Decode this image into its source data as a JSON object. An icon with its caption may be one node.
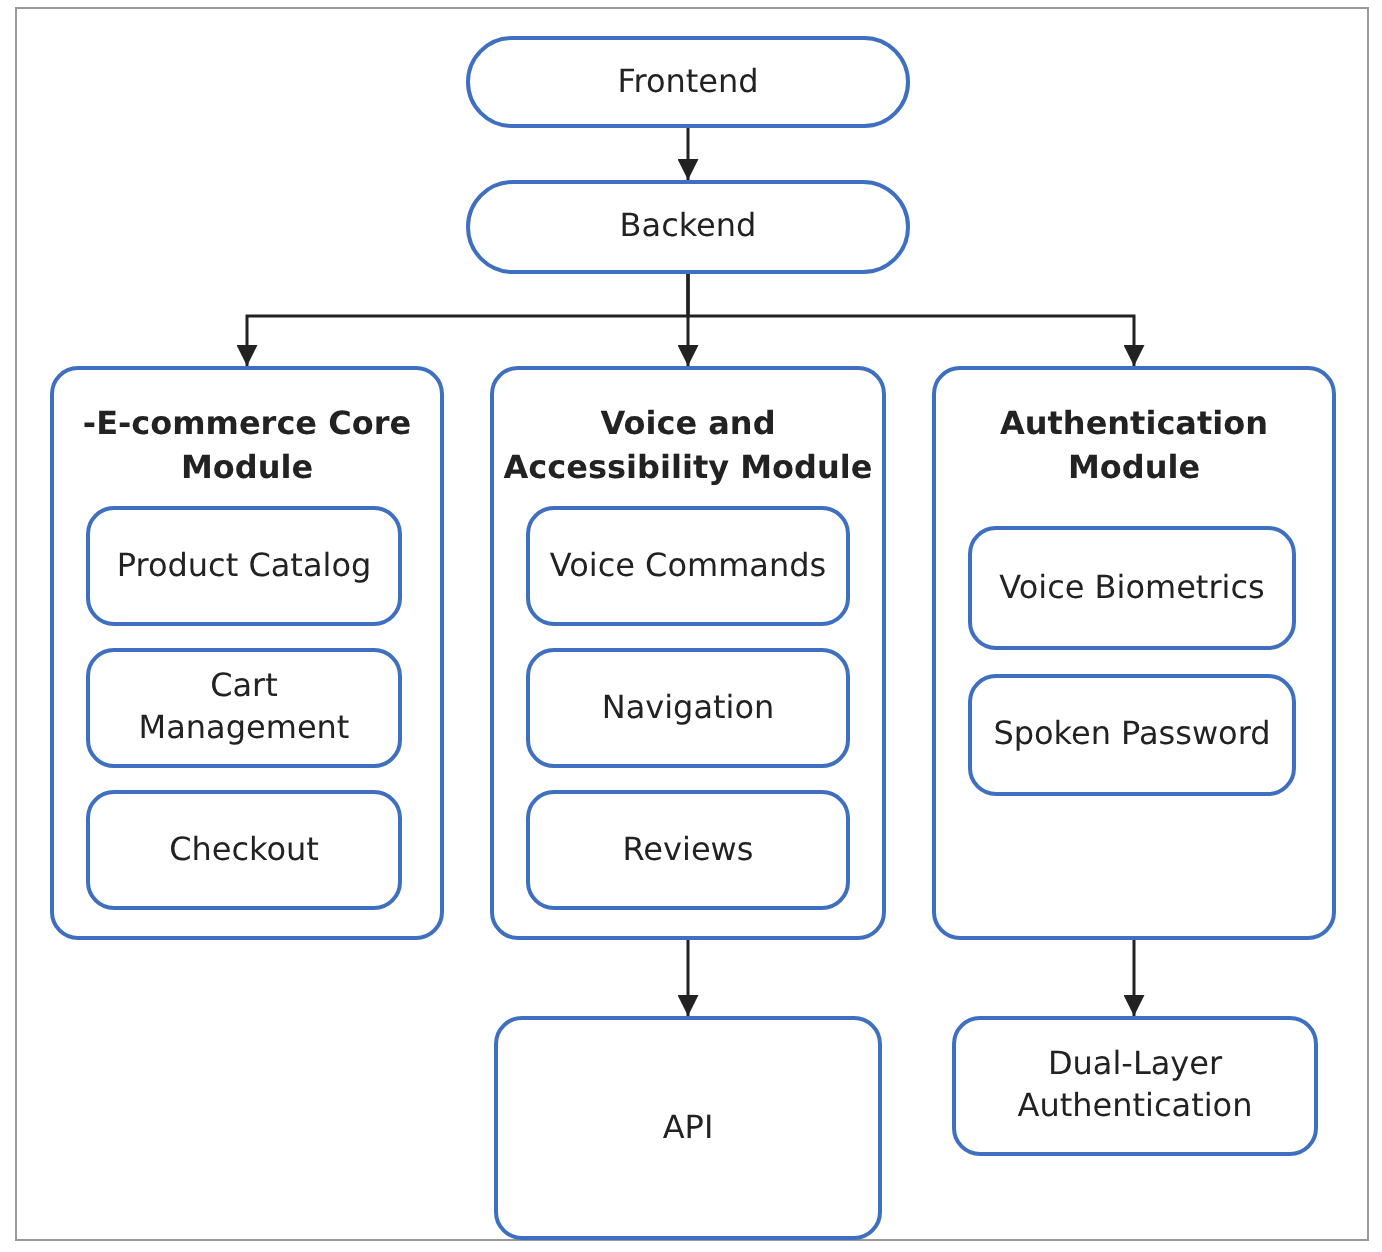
{
  "diagram": {
    "nodes": [
      {
        "text": [
          "Frontend"
        ]
      },
      {
        "text": [
          "Backend"
        ]
      },
      {
        "text": [
          "-E-commerce Core Module"
        ]
      },
      {
        "text": [
          "Product Catalog"
        ],
        "in": 2
      },
      {
        "text": [
          "Cart Management"
        ],
        "in": 2
      },
      {
        "text": [
          "Checkout"
        ],
        "in": 2
      },
      {
        "text": [
          "Voice and Accessibility Module"
        ]
      },
      {
        "text": [
          "Voice Commands"
        ],
        "in": 6
      },
      {
        "text": [
          "Navigation"
        ],
        "in": 6
      },
      {
        "text": [
          "Reviews"
        ],
        "in": 6
      },
      {
        "text": [
          "Authentication Module"
        ]
      },
      {
        "text": [
          "Voice Biometrics"
        ],
        "in": 10
      },
      {
        "text": [
          "Spoken Password"
        ],
        "in": 10
      },
      {
        "text": [
          "API"
        ]
      },
      {
        "text": [
          "Dual-Layer Authentication"
        ]
      }
    ],
    "edges": [
      {
        "from": 0,
        "to": 1,
        "arrow": "to"
      },
      {
        "from": 1,
        "to": 2,
        "arrow": "to"
      },
      {
        "from": 1,
        "to": 6,
        "arrow": "to"
      },
      {
        "from": 1,
        "to": 10,
        "arrow": "to"
      },
      {
        "from": 6,
        "to": 13,
        "arrow": "to"
      },
      {
        "from": 10,
        "to": 14,
        "arrow": "to"
      }
    ]
  }
}
